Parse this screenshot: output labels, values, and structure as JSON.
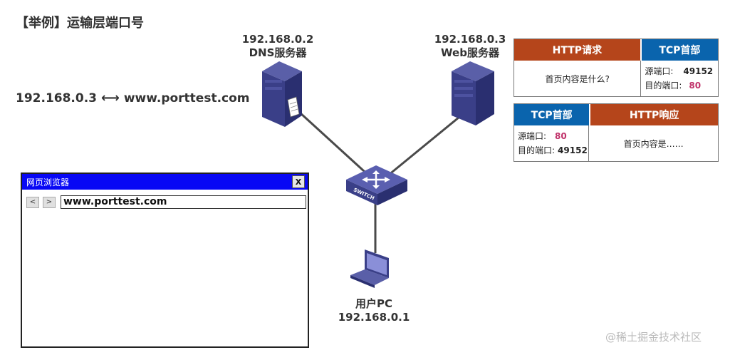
{
  "title": "【举例】运输层端口号",
  "dns_server": {
    "ip": "192.168.0.2",
    "label": "DNS服务器"
  },
  "web_server": {
    "ip": "192.168.0.3",
    "label": "Web服务器"
  },
  "user_pc": {
    "label": "用户PC",
    "ip": "192.168.0.1"
  },
  "switch_label": "SWITCH",
  "dns_mapping": {
    "ip": "192.168.0.3",
    "arrow": "⟷",
    "domain": "www.porttest.com"
  },
  "request_packet": {
    "http_header": "HTTP请求",
    "tcp_header": "TCP首部",
    "body": "首页内容是什么?",
    "src_port_label": "源端口:",
    "src_port": "49152",
    "dst_port_label": "目的端口:",
    "dst_port": "80"
  },
  "response_packet": {
    "tcp_header": "TCP首部",
    "http_header": "HTTP响应",
    "src_port_label": "源端口:",
    "src_port": "80",
    "dst_port_label": "目的端口:",
    "dst_port": "49152",
    "body": "首页内容是……"
  },
  "browser": {
    "title": "网页浏览器",
    "close": "X",
    "back": "<",
    "forward": ">",
    "address": "www.porttest.com"
  },
  "watermark": "@稀土掘金技术社区",
  "colors": {
    "http_red": "#b5451b",
    "tcp_blue": "#0a64ad",
    "browser_titlebar": "#0808f5",
    "port_highlight": "#c0326a"
  }
}
